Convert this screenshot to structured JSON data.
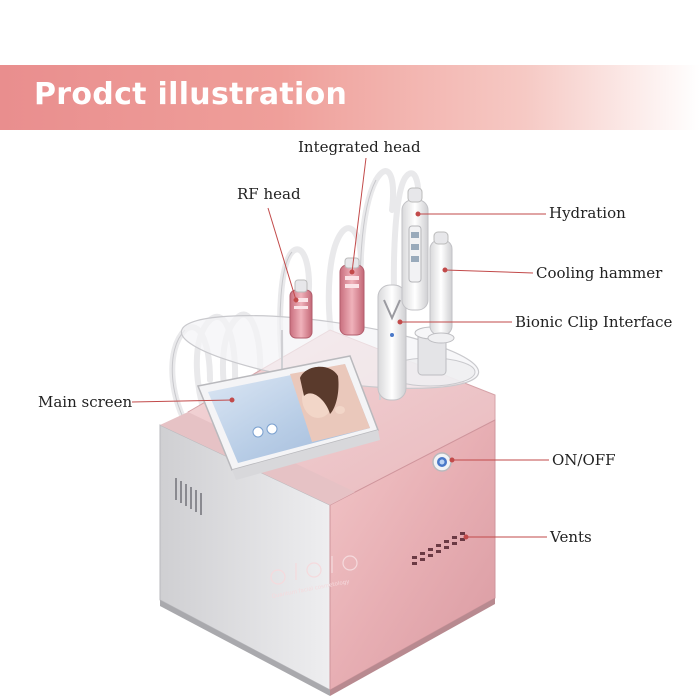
{
  "banner": {
    "title": "Prodct illustration"
  },
  "callouts": {
    "integrated_head": "Integrated head",
    "rf_head": "RF head",
    "hydration": "Hydration",
    "cooling_hammer": "Cooling hammer",
    "bionic_clip": "Bionic Clip Interface",
    "main_screen": "Main screen",
    "on_off": "ON/OFF",
    "vents": "Vents"
  },
  "device": {
    "front_text": "Quantum facial cosmetology"
  },
  "colors": {
    "banner_start": "#e98e8e",
    "body_pink": "#e8b4b8",
    "callout_line": "#c24a4a"
  }
}
